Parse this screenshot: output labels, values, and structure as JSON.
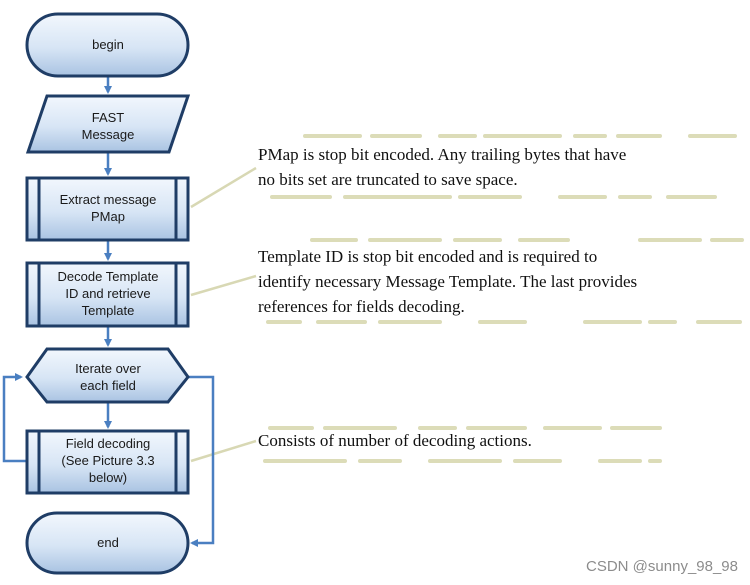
{
  "flowchart": {
    "begin": "begin",
    "input": [
      "FAST",
      "Message"
    ],
    "extract": [
      "Extract message",
      "PMap"
    ],
    "decode_template": [
      "Decode Template",
      "ID and retrieve",
      "Template"
    ],
    "iterate": [
      "Iterate over",
      "each field"
    ],
    "field_decoding": [
      "Field decoding",
      "(See Picture 3.3",
      "below)"
    ],
    "end": "end"
  },
  "notes": {
    "pmap": [
      "PMap is stop bit encoded. Any trailing bytes that have",
      "no bits set are truncated to save space."
    ],
    "template": [
      "Template ID is stop bit encoded and is required to",
      "identify necessary Message Template. The last provides",
      "references for fields decoding."
    ],
    "field": [
      "Consists of number of decoding actions."
    ]
  },
  "watermark": "CSDN @sunny_98_98",
  "colors": {
    "shape_fill_light": "#eef4fb",
    "shape_fill_dark": "#b3cbe6",
    "shape_stroke": "#1f3d66",
    "arrow": "#4a7fc1",
    "callout_line": "#d8d8b4"
  }
}
